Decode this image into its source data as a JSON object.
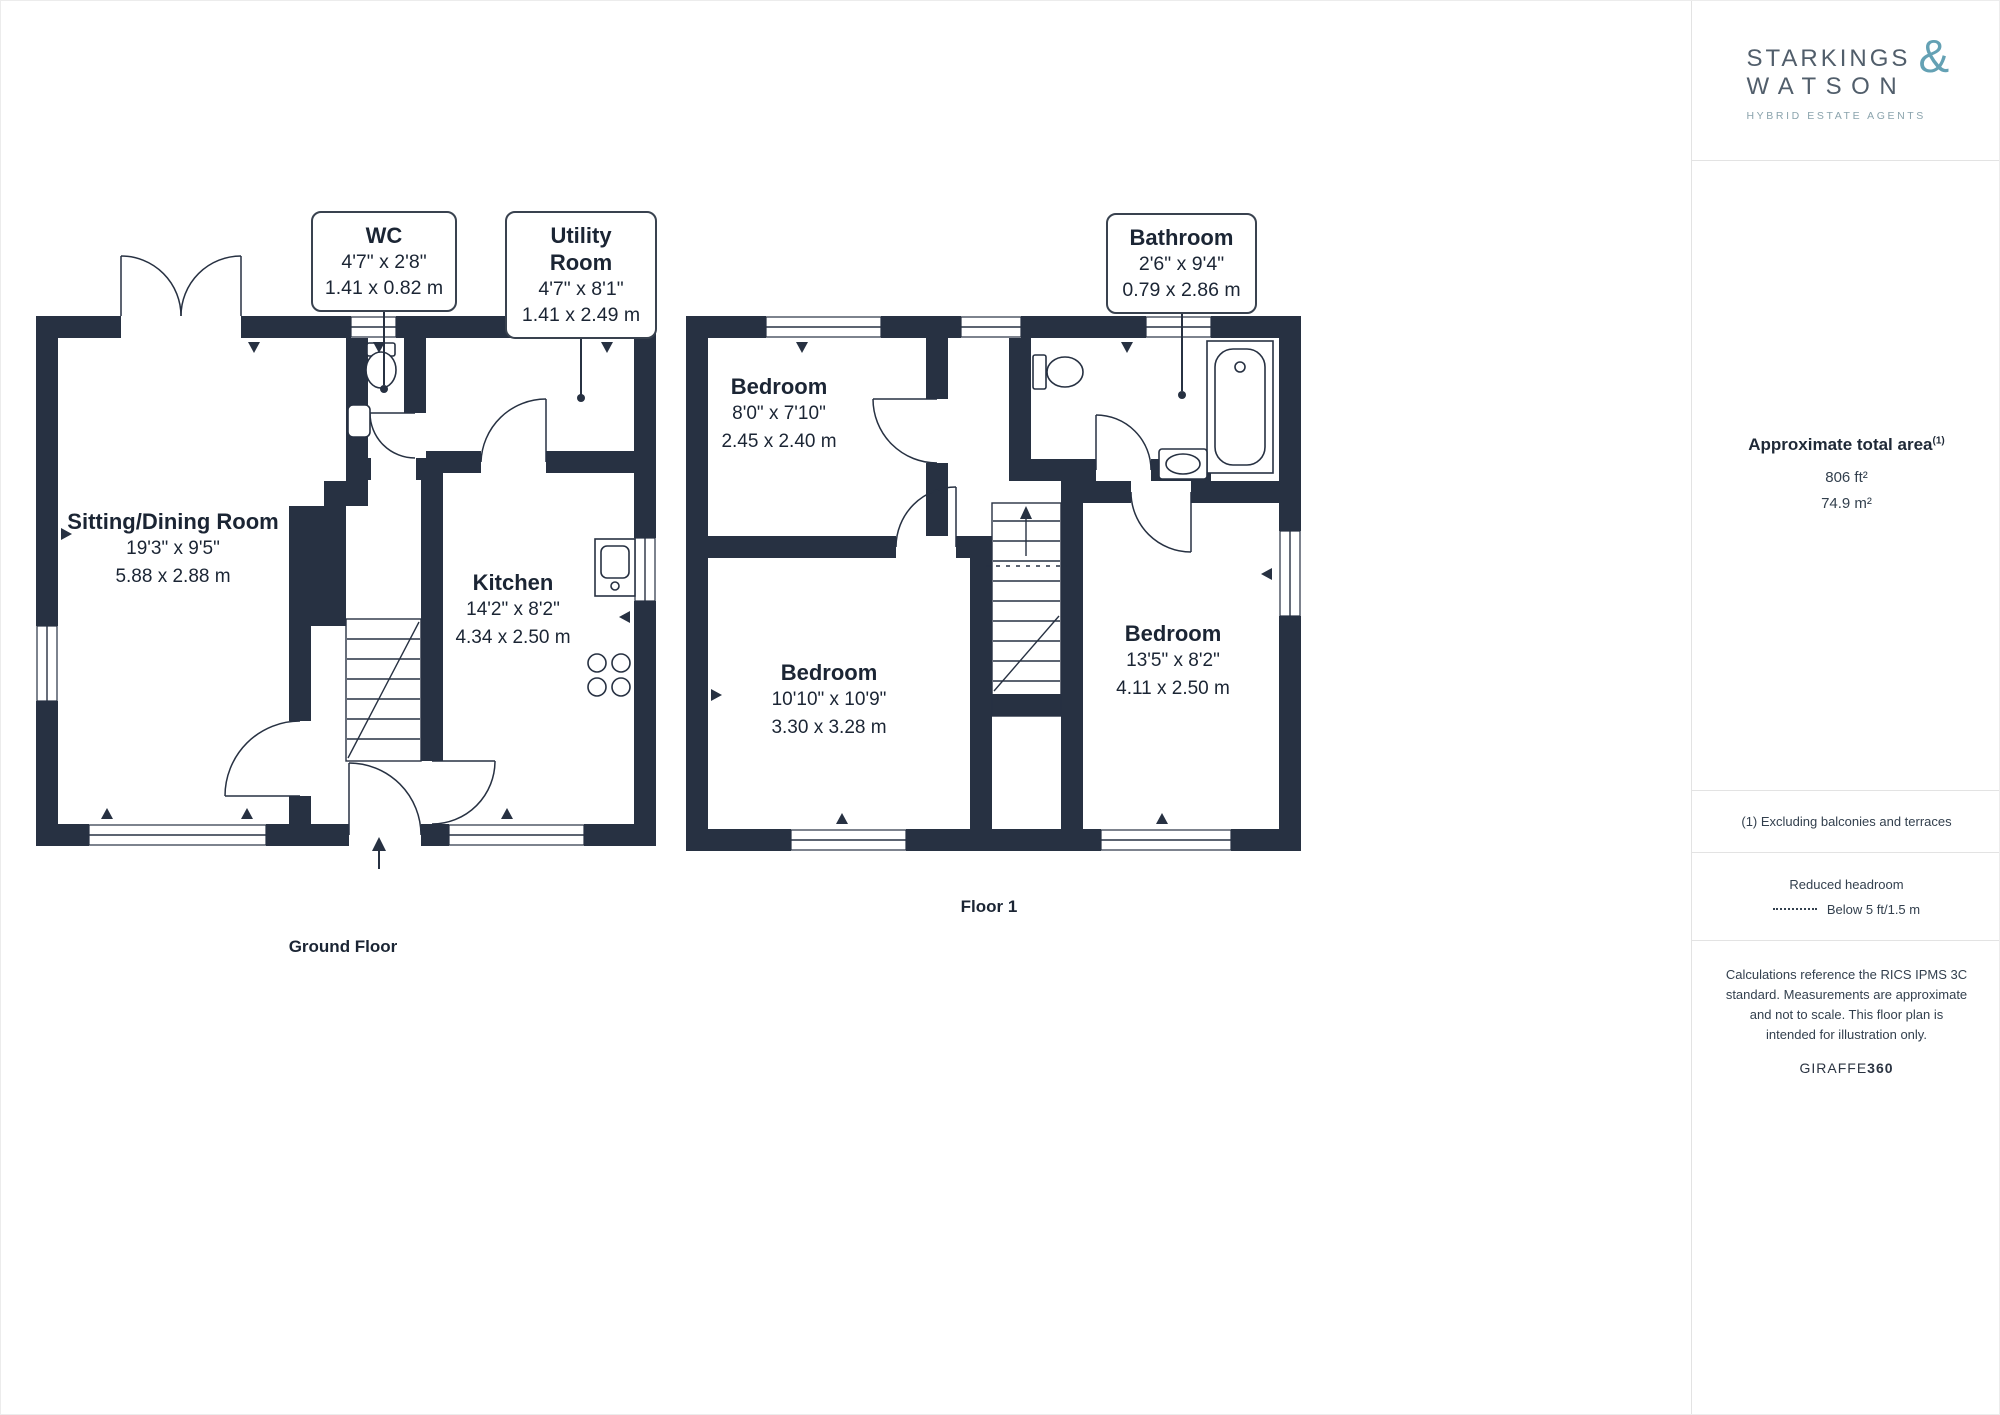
{
  "colors": {
    "wall": "#273142",
    "accent_teal": "#64a1b4",
    "line_gray": "#e3e3e3",
    "text_dark": "#1b2534"
  },
  "ground_floor": {
    "floor_label": "Ground Floor",
    "sitting_room": {
      "name": "Sitting/Dining Room",
      "imperial": "19'3\" x 9'5\"",
      "metric": "5.88 x 2.88 m"
    },
    "kitchen": {
      "name": "Kitchen",
      "imperial": "14'2\" x 8'2\"",
      "metric": "4.34 x 2.50 m"
    },
    "wc": {
      "name": "WC",
      "imperial": "4'7\" x 2'8\"",
      "metric": "1.41 x 0.82 m"
    },
    "utility": {
      "name": "Utility Room",
      "imperial": "4'7\" x 8'1\"",
      "metric": "1.41 x 2.49 m"
    }
  },
  "floor_1": {
    "floor_label": "Floor 1",
    "bedroom_1": {
      "name": "Bedroom",
      "imperial": "8'0\" x 7'10\"",
      "metric": "2.45 x 2.40 m"
    },
    "bedroom_2": {
      "name": "Bedroom",
      "imperial": "10'10\" x 10'9\"",
      "metric": "3.30 x 3.28 m"
    },
    "bedroom_3": {
      "name": "Bedroom",
      "imperial": "13'5\" x 8'2\"",
      "metric": "4.11 x 2.50 m"
    },
    "bathroom": {
      "name": "Bathroom",
      "imperial": "2'6\" x 9'4\"",
      "metric": "0.79 x 2.86 m"
    }
  },
  "sidebar": {
    "logo": {
      "word1": "STARKINGS",
      "ampersand": "&",
      "word2": "WATSON",
      "tagline": "HYBRID ESTATE AGENTS"
    },
    "area": {
      "title": "Approximate total area",
      "note_ref": "(1)",
      "imperial": "806 ft²",
      "metric": "74.9 m²"
    },
    "footnote": "(1) Excluding balconies and terraces",
    "legend": {
      "title": "Reduced headroom",
      "label": "Below 5 ft/1.5 m"
    },
    "disclaimer": "Calculations reference the RICS IPMS 3C standard. Measurements are approximate and not to scale. This floor plan is intended for illustration only.",
    "watermark": {
      "name": "GIRAFFE",
      "suffix": "360"
    }
  }
}
